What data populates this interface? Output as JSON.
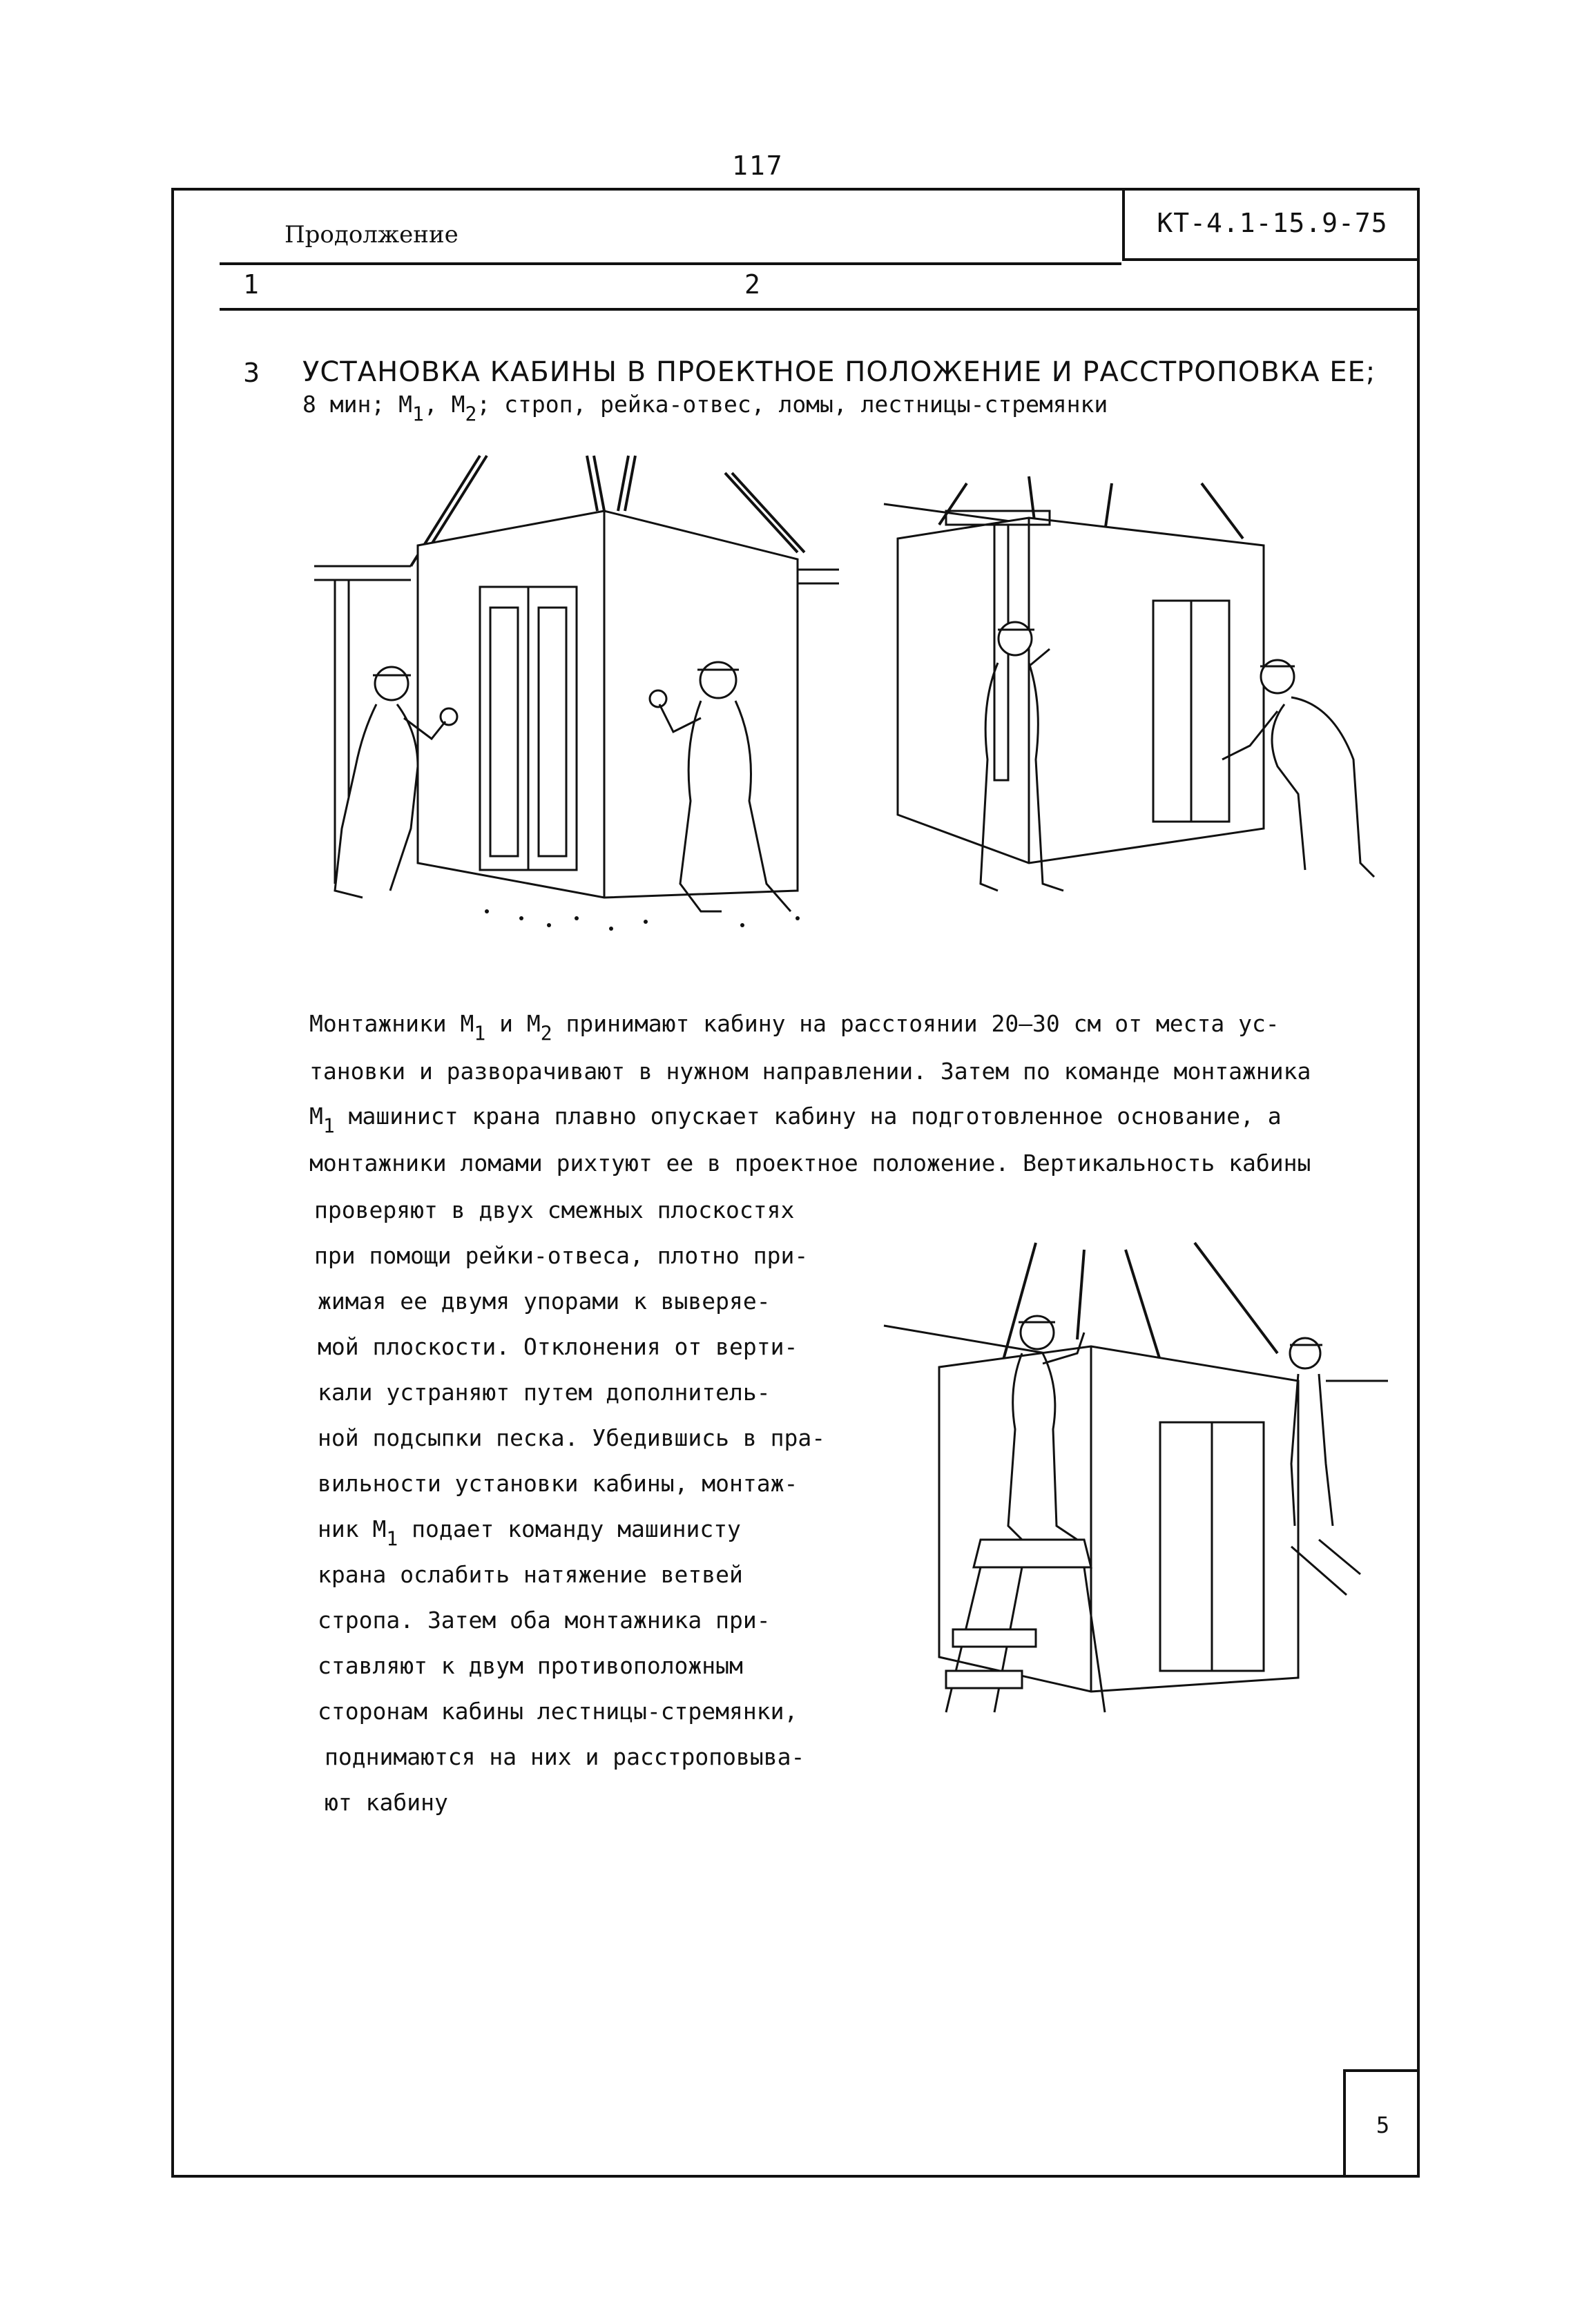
{
  "header": {
    "page_number": "117",
    "doc_code": "КТ-4.1-15.9-75",
    "continuation": "Продолжение",
    "col1": "1",
    "col2": "2"
  },
  "step": {
    "number": "3",
    "title": "УСТАНОВКА КАБИНЫ В ПРОЕКТНОЕ ПОЛОЖЕНИЕ И РАССТРОПОВКА ЕЕ;",
    "sub_time": "8 мин; ",
    "sub_m1": "М",
    "sub_m1_idx": "1",
    "sub_sep": ", ",
    "sub_m2": "М",
    "sub_m2_idx": "2",
    "sub_tools": "; строп, рейка-отвес, ломы, лестницы-стремянки"
  },
  "body_wide": {
    "l1_a": "Монтажники М",
    "l1_idx1": "1",
    "l1_b": " и М",
    "l1_idx2": "2",
    "l1_c": " принимают кабину на расстоянии 20–30 см от места ус-",
    "l2": "тановки и разворачивают в нужном направлении. Затем по команде монтажника",
    "l3_a": "М",
    "l3_idx": "1",
    "l3_b": " машинист крана плавно опускает кабину на подготовленное основание, а",
    "l4": "монтажники ломами рихтуют ее в проектное положение. Вертикальность кабины"
  },
  "body_narrow": {
    "lines": [
      "проверяют в двух смежных плоскостях",
      "при помощи рейки-отвеса, плотно при-",
      "жимая ее двумя упорами к выверяе-",
      "мой плоскости. Отклонения от верти-",
      "кали устраняют путем дополнитель-",
      "ной подсыпки песка. Убедившись в пра-",
      "вильности установки кабины, монтаж-"
    ],
    "l8_a": "ник М",
    "l8_idx": "1",
    "l8_b": " подает команду машинисту",
    "lines_after": [
      "крана ослабить натяжение ветвей",
      "стропа. Затем оба монтажника при-",
      "ставляют к двум противоположным",
      "сторонам кабины лестницы-стремянки,",
      "поднимаются на них и расстроповыва-",
      "ют кабину"
    ]
  },
  "footer": {
    "sheet_number": "5"
  }
}
